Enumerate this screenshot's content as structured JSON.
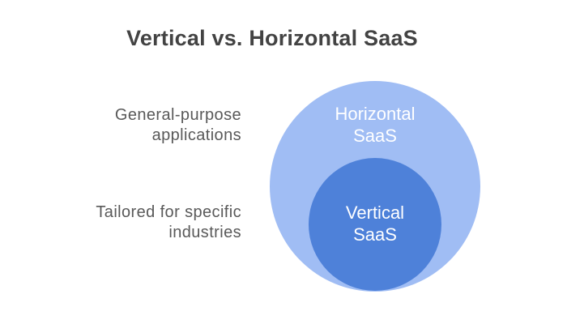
{
  "title": "Vertical vs. Horizontal SaaS",
  "diagram": {
    "type": "nested-circles",
    "outer": {
      "name": "Horizontal SaaS",
      "label": [
        "Horizontal",
        "SaaS"
      ],
      "annotation": [
        "General-purpose",
        "applications"
      ]
    },
    "inner": {
      "name": "Vertical SaaS",
      "label": [
        "Vertical",
        "SaaS"
      ],
      "annotation": [
        "Tailored for specific",
        "industries"
      ]
    }
  },
  "colors": {
    "background": "#ffffff",
    "title_text": "#434343",
    "annotation_text": "#595959",
    "outer_circle_fill": "#a0bdf4",
    "inner_circle_fill": "#4e81d9",
    "circle_label_text": "#ffffff"
  }
}
